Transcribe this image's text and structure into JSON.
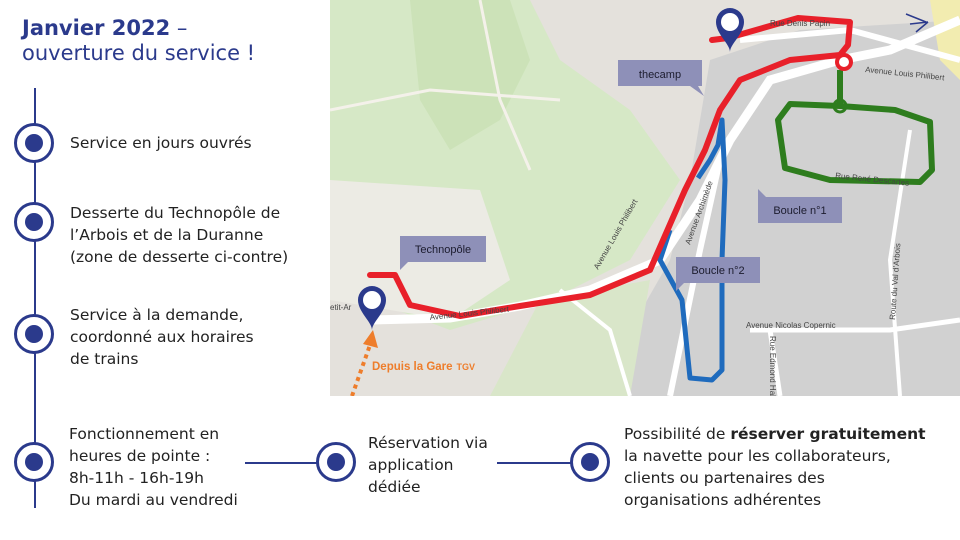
{
  "title": {
    "line1": "Janvier 2022",
    "dash": " –",
    "line2": "ouverture du service !"
  },
  "features": [
    {
      "text": "Service en jours ouvrés"
    },
    {
      "text": "Desserte du Technopôle de\nl’Arbois et de la Duranne\n(zone de desserte ci-contre)"
    },
    {
      "text": "Service à la demande,\ncoordonné aux horaires\nde trains"
    },
    {
      "text": "Fonctionnement en\nheures de pointe :\n8h-11h - 16h-19h\nDu mardi au vendredi"
    },
    {
      "text": "Réservation via\napplication\ndédiée"
    },
    {
      "text_before": "Possibilité de ",
      "text_bold": "réserver gratuitement",
      "text_after": "\nla navette pour les collaborateurs,\nclients ou partenaires des\norganisations adhérentes"
    }
  ],
  "map": {
    "labels": {
      "thecamp": "thecamp",
      "technopole": "Technopôle",
      "boucle1": "Boucle n°1",
      "boucle2": "Boucle n°2",
      "gare": "Depuis la Gare",
      "gare_suffix": "TGV"
    },
    "streets": {
      "denis_papin": "Rue Denis Papin",
      "louis_philibert_ne": "Avenue Louis Philibert",
      "louis_philibert_mid": "Avenue Louis Philibert",
      "louis_philibert_sw": "Avenue Louis Philibert",
      "archimede": "Avenue Archimède",
      "rene_descartes": "Rue René Descartes",
      "val_arbois": "Route du Val d’Arbois",
      "nicolas_copernic": "Avenue Nicolas Copernic",
      "edmond_halley": "Rue Edmond Hal",
      "petit_arbois": "etit-Ar"
    },
    "colors": {
      "red_route": "#e8202a",
      "green_route": "#2e7d1e",
      "blue_route": "#1f6bbd",
      "pin": "#2b3a8c",
      "label_bg": "#8e90b8",
      "gare_text": "#ee7d2b"
    }
  }
}
